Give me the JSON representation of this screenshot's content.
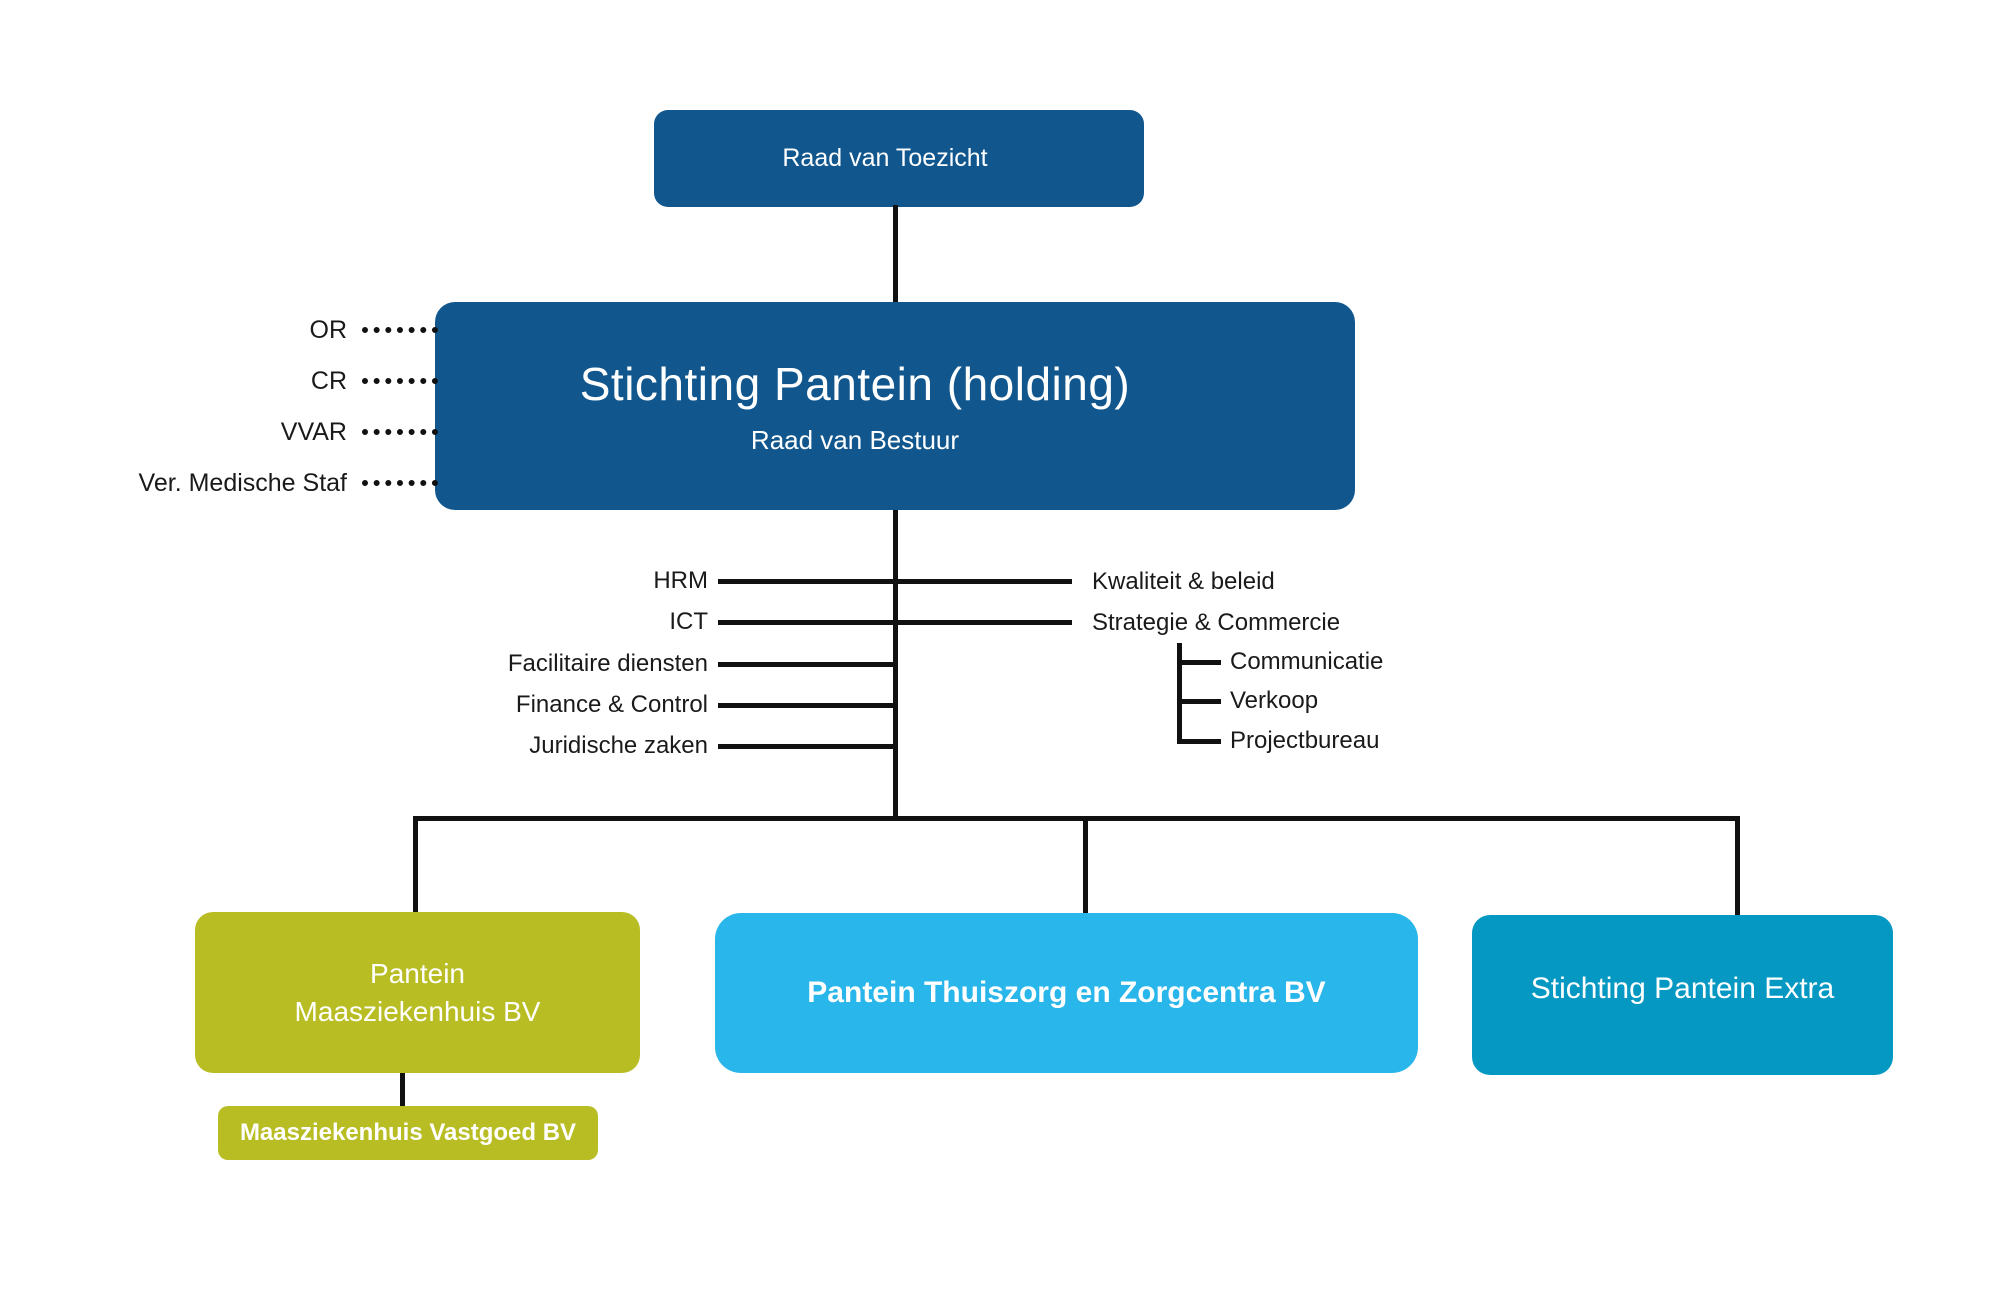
{
  "palette": {
    "dark_blue": "#11578e",
    "lime_green": "#b9bd24",
    "light_blue": "#29b6ea",
    "teal": "#0598c2",
    "connector_line": "#111111",
    "label_text": "#1a1a1a",
    "box_text": "#ffffff",
    "background": "#ffffff"
  },
  "top_box": {
    "label": "Raad van Toezicht"
  },
  "main_box": {
    "title": "Stichting Pantein (holding)",
    "subtitle": "Raad van Bestuur"
  },
  "advisory_bodies": [
    {
      "label": "OR"
    },
    {
      "label": "CR"
    },
    {
      "label": "VVAR"
    },
    {
      "label": "Ver. Medische Staf"
    }
  ],
  "staff_left": [
    {
      "label": "HRM"
    },
    {
      "label": "ICT"
    },
    {
      "label": "Facilitaire diensten"
    },
    {
      "label": "Finance & Control"
    },
    {
      "label": "Juridische zaken"
    }
  ],
  "staff_right": [
    {
      "label": "Kwaliteit & beleid"
    },
    {
      "label": "Strategie & Commercie"
    }
  ],
  "staff_right_sub": [
    {
      "label": "Communicatie"
    },
    {
      "label": "Verkoop"
    },
    {
      "label": "Projectbureau"
    }
  ],
  "subsidiaries": [
    {
      "line1": "Pantein",
      "line2": "Maasziekenhuis BV"
    },
    {
      "label": "Pantein Thuiszorg en Zorgcentra BV"
    },
    {
      "label": "Stichting Pantein Extra"
    }
  ],
  "sub_subsidiary": {
    "label": "Maasziekenhuis Vastgoed BV"
  }
}
